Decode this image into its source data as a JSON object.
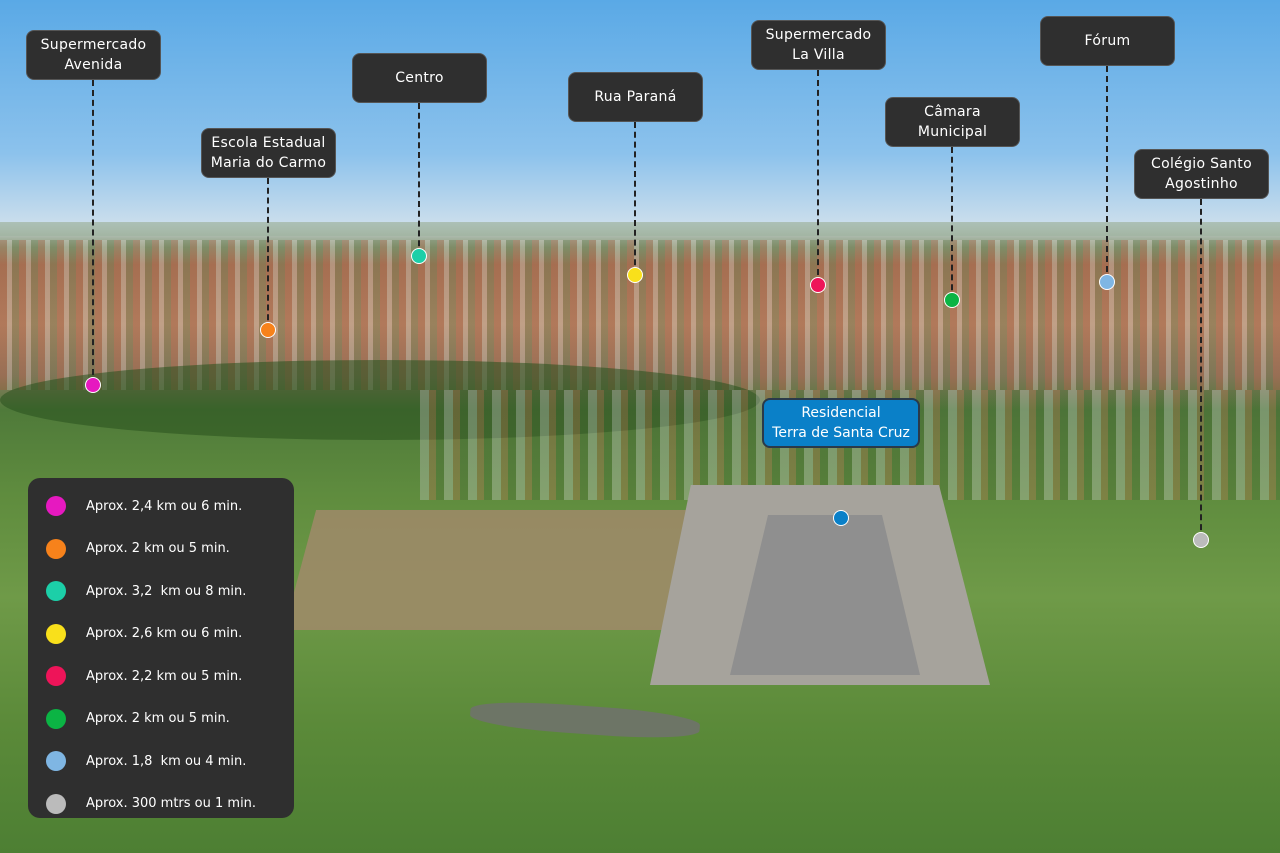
{
  "project": {
    "label": "Residencial\nTerra de Santa Cruz",
    "color": "#0a80c8"
  },
  "points": [
    {
      "name": "Supermercado\nAvenida",
      "color": "#e619c0",
      "distance": "Aprox. 2,4 km ou 6 min."
    },
    {
      "name": "Escola Estadual\nMaria do Carmo",
      "color": "#f7821b",
      "distance": "Aprox. 2 km ou 5 min."
    },
    {
      "name": "Centro",
      "color": "#1ccfa8",
      "distance": "Aprox. 3,2  km ou 8 min."
    },
    {
      "name": "Rua Paraná",
      "color": "#f9e01b",
      "distance": "Aprox. 2,6 km ou 6 min."
    },
    {
      "name": "Supermercado\nLa Villa",
      "color": "#ee1459",
      "distance": "Aprox. 2,2 km ou 5 min."
    },
    {
      "name": "Câmara\nMunicipal",
      "color": "#0bb444",
      "distance": "Aprox. 2 km ou 5 min."
    },
    {
      "name": "Fórum",
      "color": "#7fb6e3",
      "distance": "Aprox. 1,8  km ou 4 min."
    },
    {
      "name": "Colégio Santo\nAgostinho",
      "color": "#bbbbbb",
      "distance": "Aprox. 300 mtrs ou 1 min."
    }
  ]
}
